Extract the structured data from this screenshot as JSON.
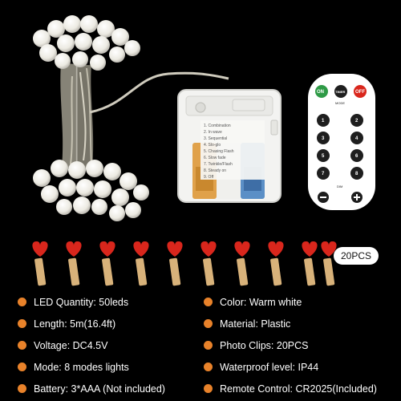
{
  "badge": "20PCS",
  "specs_left": [
    {
      "label": "LED Quantity: 50leds"
    },
    {
      "label": "Length: 5m(16.4ft)"
    },
    {
      "label": "Voltage: DC4.5V"
    },
    {
      "label": "Mode: 8 modes lights"
    },
    {
      "label": "Battery: 3*AAA (Not included)"
    }
  ],
  "specs_right": [
    {
      "label": "Color: Warm white"
    },
    {
      "label": "Material: Plastic"
    },
    {
      "label": "Photo Clips: 20PCS"
    },
    {
      "label": "Waterproof level: IP44"
    },
    {
      "label": "Remote Control: CR2025(Included)"
    }
  ],
  "battery_box_modes": [
    "1. Combination",
    "2. In wave",
    "3. Sequential",
    "4. Slo-glo",
    "5. Chasing Flash",
    "6. Slow fade",
    "7. Twinkle/Flash",
    "8. Steady on",
    "9. Off"
  ],
  "remote": {
    "on": "ON",
    "timer": "TIMER",
    "off": "OFF",
    "mode": "MODE",
    "dim": "DIM",
    "numbers": [
      "1",
      "2",
      "3",
      "4",
      "5",
      "6",
      "7",
      "8"
    ]
  },
  "colors": {
    "accent": "#e8822a",
    "background": "#000000",
    "clip_heart": "#d9261c",
    "clip_wood": "#d8b27a"
  }
}
